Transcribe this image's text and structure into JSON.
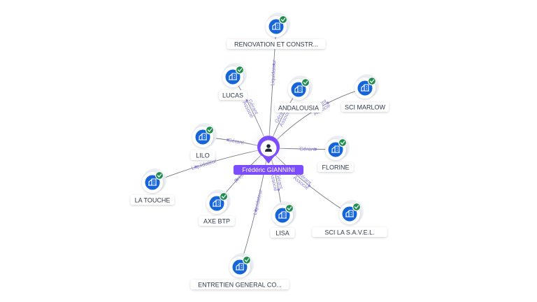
{
  "graph": {
    "center": {
      "name": "Frédéric GIANNINI",
      "icon": "person-icon",
      "color": "#7c4dff"
    },
    "colors": {
      "company": "#1565d8",
      "check": "#1e8e4e",
      "edge": "#5b6470",
      "edge_label": "#8a7fd4"
    },
    "companies": [
      {
        "id": "renovation",
        "name": "RENOVATION ET CONSTR...",
        "icon": "company-icon",
        "status_icon": "check-icon",
        "relations": [
          "Liquidateur"
        ]
      },
      {
        "id": "lucas",
        "name": "LUCAS",
        "icon": "company-icon",
        "status_icon": "check-icon",
        "relations": [
          "Gérant",
          "Associé"
        ]
      },
      {
        "id": "andalousia",
        "name": "ANDALOUSIA",
        "icon": "company-icon",
        "status_icon": "check-icon",
        "relations": [
          "Gérant",
          "Associé"
        ]
      },
      {
        "id": "sci-marlow",
        "name": "SCI MARLOW",
        "icon": "company-icon",
        "status_icon": "check-icon",
        "relations": [
          "Gérant",
          "Associé"
        ]
      },
      {
        "id": "lilo",
        "name": "LILO",
        "icon": "company-icon",
        "status_icon": "check-icon",
        "relations": [
          "Gérant"
        ]
      },
      {
        "id": "florine",
        "name": "FLORINE",
        "icon": "company-icon",
        "status_icon": "check-icon",
        "relations": [
          "Gérant"
        ]
      },
      {
        "id": "la-touche",
        "name": "LA TOUCHE",
        "icon": "company-icon",
        "status_icon": "check-icon",
        "relations": [
          "Liquidateur"
        ]
      },
      {
        "id": "axe-btp",
        "name": "AXE BTP",
        "icon": "company-icon",
        "status_icon": "check-icon",
        "relations": [
          "Président"
        ]
      },
      {
        "id": "lisa",
        "name": "LISA",
        "icon": "company-icon",
        "status_icon": "check-icon",
        "relations": [
          "Gérant",
          "Associé"
        ]
      },
      {
        "id": "sci-la-savel",
        "name": "SCI LA S.A.V.E.L.",
        "icon": "company-icon",
        "status_icon": "check-icon",
        "relations": [
          "Gérant",
          "Associé"
        ]
      },
      {
        "id": "entretien",
        "name": "ENTRETIEN GENERAL CO...",
        "icon": "company-icon",
        "status_icon": "check-icon",
        "relations": [
          "Liquidateur"
        ]
      }
    ]
  }
}
